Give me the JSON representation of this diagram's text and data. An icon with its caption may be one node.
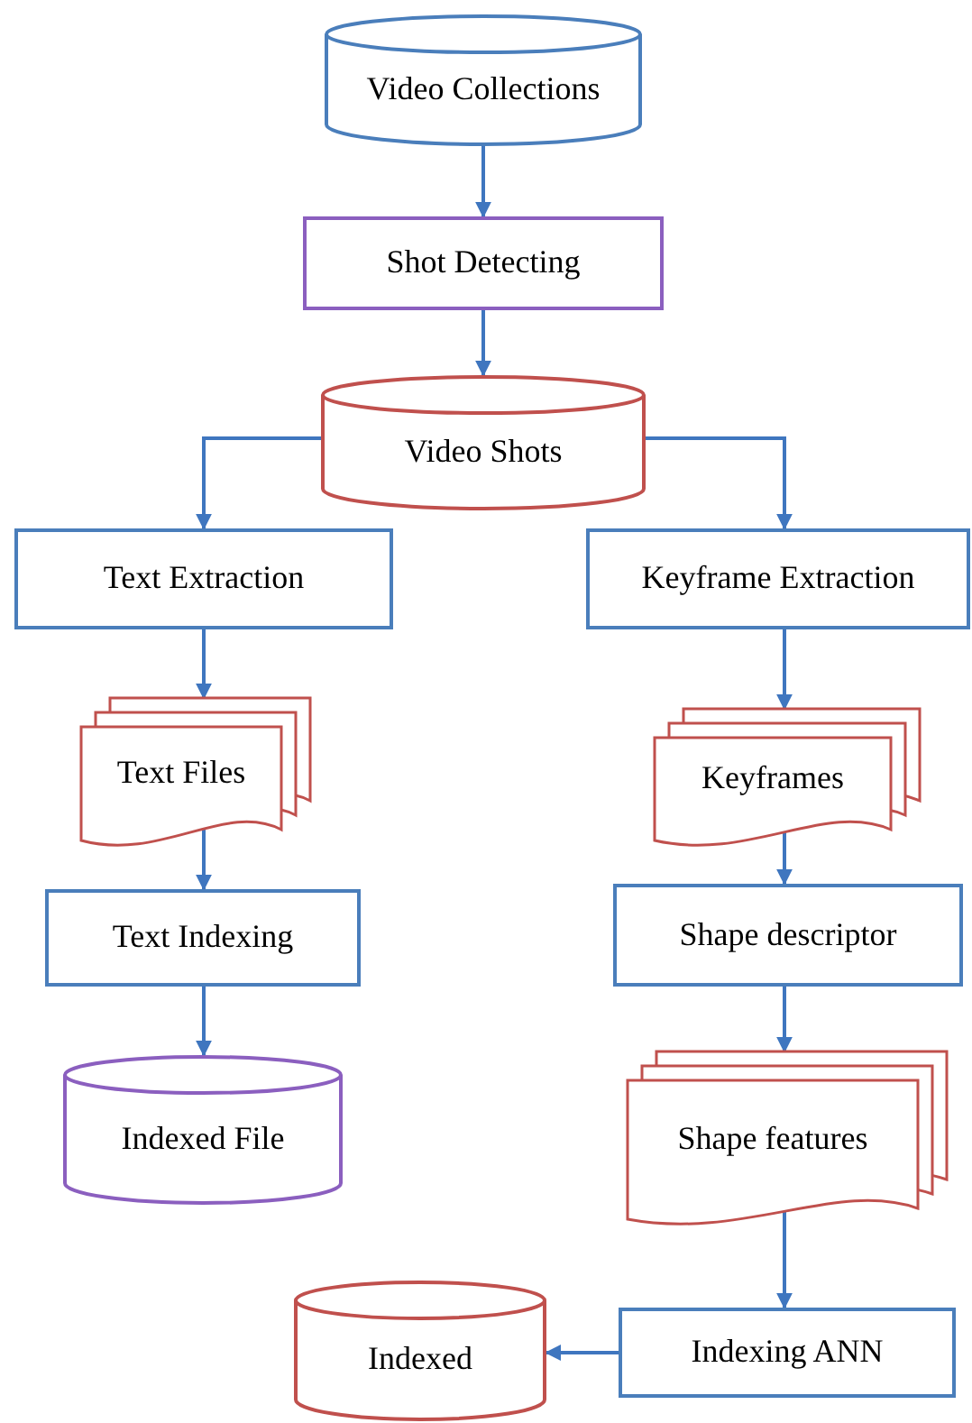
{
  "diagram": {
    "nodes": [
      {
        "text": [
          "Video Collections"
        ]
      },
      {
        "text": [
          "Shot Detecting"
        ]
      },
      {
        "text": [
          "Video Shots"
        ]
      },
      {
        "text": [
          "Text Extraction"
        ]
      },
      {
        "text": [
          "Keyframe Extraction"
        ]
      },
      {
        "text": [
          "Text Files"
        ]
      },
      {
        "text": [
          "Keyframes"
        ]
      },
      {
        "text": [
          "Text Indexing"
        ]
      },
      {
        "text": [
          "Shape descriptor"
        ]
      },
      {
        "text": [
          "Indexed File"
        ]
      },
      {
        "text": [
          "Shape features"
        ]
      },
      {
        "text": [
          "Indexing ANN"
        ]
      },
      {
        "text": [
          "Indexed"
        ]
      }
    ],
    "edges": [
      {
        "from": 0,
        "to": 1,
        "arrow": "to"
      },
      {
        "from": 1,
        "to": 2,
        "arrow": "to"
      },
      {
        "from": 2,
        "to": 3,
        "arrow": "to"
      },
      {
        "from": 2,
        "to": 4,
        "arrow": "to"
      },
      {
        "from": 3,
        "to": 5,
        "arrow": "to"
      },
      {
        "from": 5,
        "to": 7,
        "arrow": "to"
      },
      {
        "from": 7,
        "to": 9,
        "arrow": "to"
      },
      {
        "from": 4,
        "to": 6,
        "arrow": "to"
      },
      {
        "from": 6,
        "to": 8,
        "arrow": "to"
      },
      {
        "from": 8,
        "to": 10,
        "arrow": "to"
      },
      {
        "from": 10,
        "to": 11,
        "arrow": "to"
      },
      {
        "from": 11,
        "to": 12,
        "arrow": "to"
      }
    ]
  }
}
